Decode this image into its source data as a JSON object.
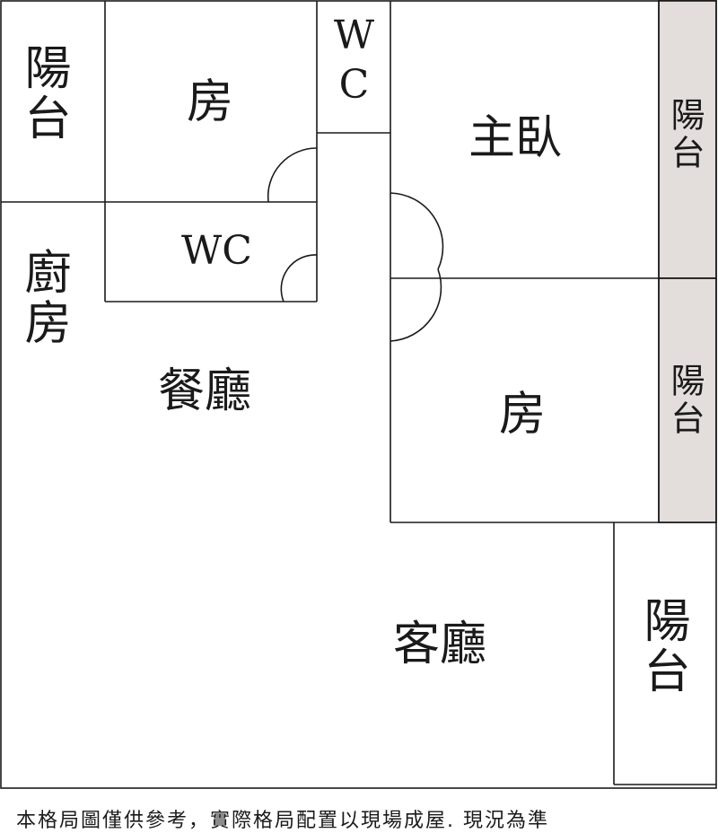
{
  "rooms": {
    "balcony_top_left": "陽台",
    "bedroom_top": "房",
    "wc_top": "WC",
    "master_bedroom": "主臥",
    "balcony_right_top": "陽台",
    "kitchen": "廚房",
    "wc_middle": "WC",
    "dining": "餐廳",
    "bedroom_right": "房",
    "balcony_right_middle": "陽台",
    "living_room": "客廳",
    "balcony_bottom_right": "陽台"
  },
  "disclaimer": "本格局圖僅供參考，實際格局配置以現場成屋. 現況為準",
  "colors": {
    "wall": "#1a1a1a",
    "balcony_fill": "#e3dedb",
    "background": "#ffffff"
  }
}
